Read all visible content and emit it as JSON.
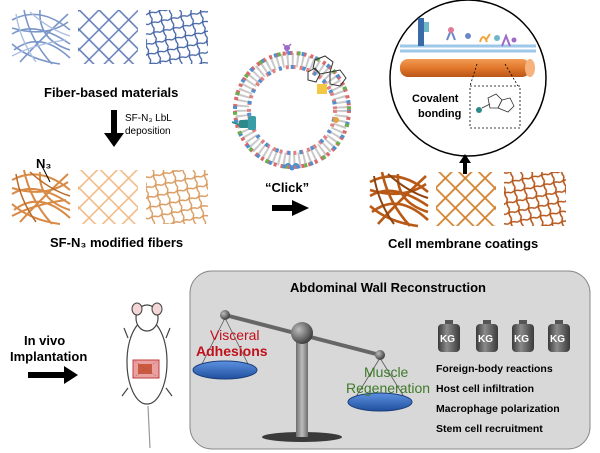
{
  "top_left": {
    "title": "Fiber-based materials",
    "step_label_line1": "SF-N₃ LbL",
    "step_label_line2": "deposition",
    "n3_tag": "N₃",
    "modified_title": "SF-N₃ modified fibers"
  },
  "center": {
    "click_label": "“Click”"
  },
  "top_right": {
    "covalent_line1": "Covalent",
    "covalent_line2": "bonding",
    "coatings_title": "Cell membrane coatings"
  },
  "bottom": {
    "panel_title": "Abdominal Wall Reconstruction",
    "in_vivo_line1": "In vivo",
    "in_vivo_line2": "Implantation",
    "visceral_line1": "Visceral",
    "visceral_line2": "Adhesions",
    "muscle_line1": "Muscle",
    "muscle_line2": "Regeneration",
    "weights": [
      "KG",
      "KG",
      "KG",
      "KG"
    ],
    "effects": [
      "Foreign-body reactions",
      "Host cell infiltration",
      "Macrophage polarization",
      "Stem cell recruitment"
    ]
  },
  "colors": {
    "blue_fiber": "#7b96c9",
    "orange_fiber": "#d98a45",
    "light_orange": "#f2c49a",
    "red_text": "#c0101a",
    "green_text": "#3f7a2a",
    "panel_gray": "#d7d7d7",
    "dish_blue": "#3b73c8"
  }
}
